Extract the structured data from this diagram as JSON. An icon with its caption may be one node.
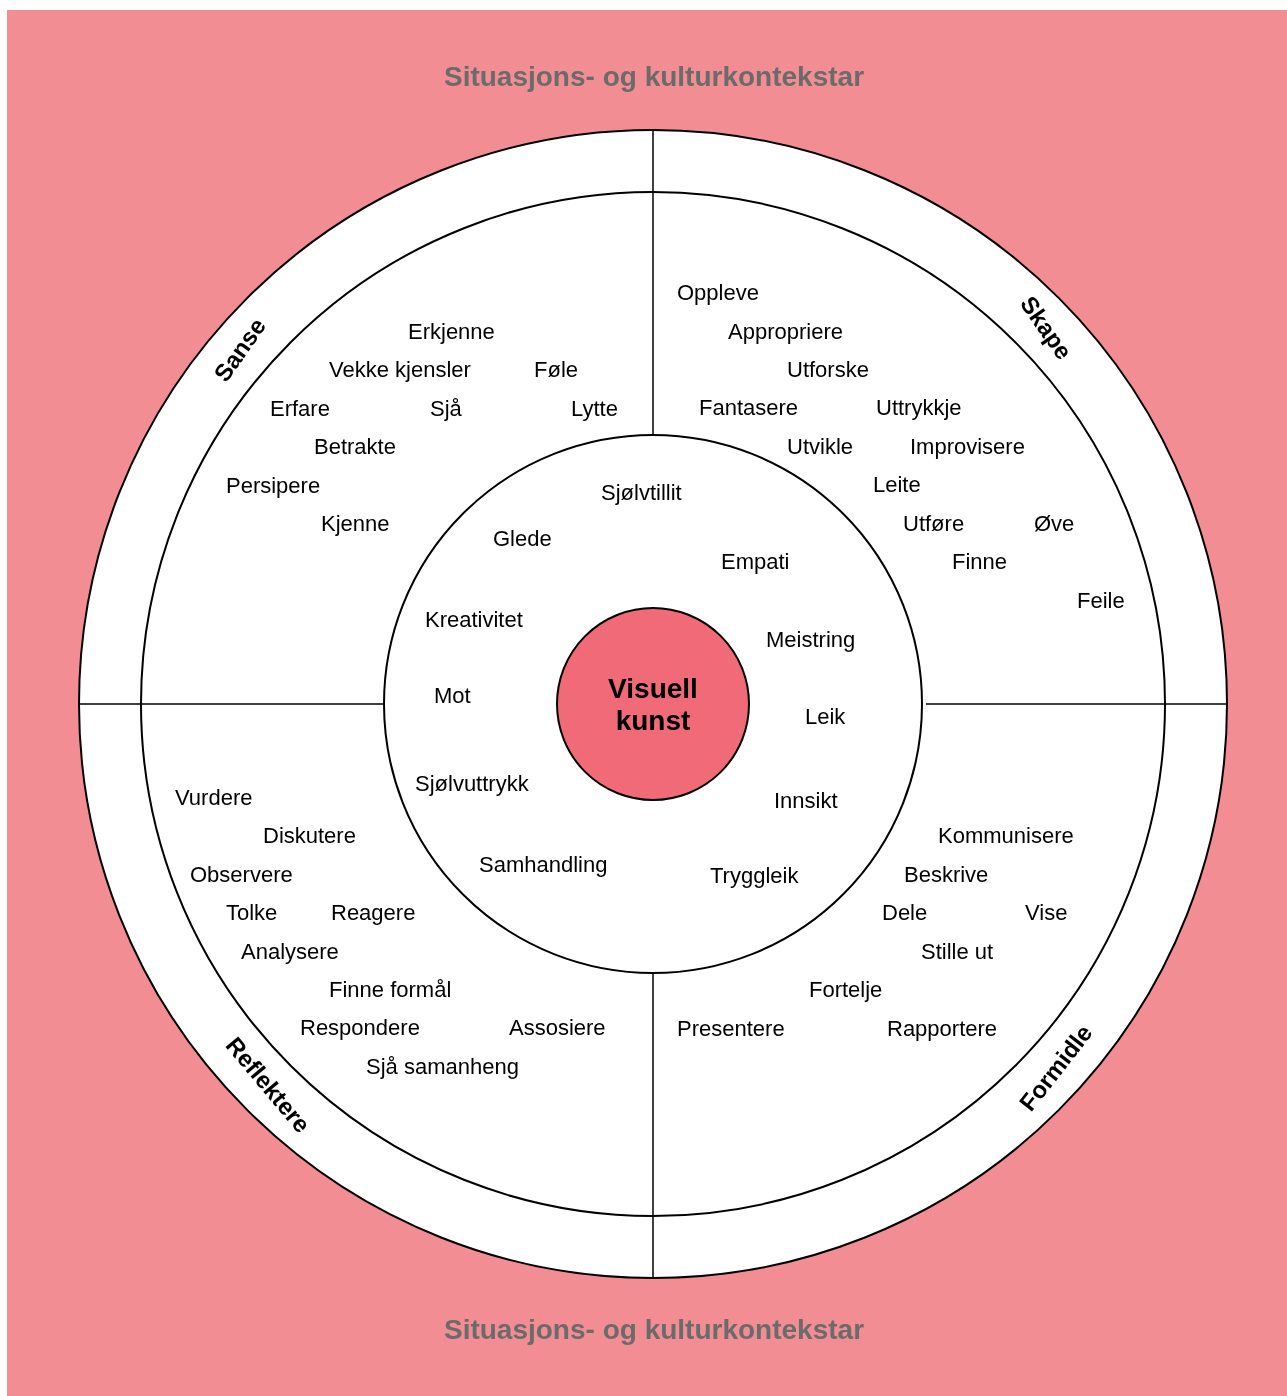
{
  "diagram": {
    "nodes": [
      {
        "text": [
          "Situasjons- og kulturkontekstar",
          "Situasjons- og kulturkontekstar"
        ]
      },
      {
        "text": [
          "Sanse",
          "Skape",
          "Reflektere",
          "Formidle"
        ],
        "in": 0
      },
      {
        "text": [
          "Sjølvtillit",
          "Glede",
          "Empati",
          "Kreativitet",
          "Meistring",
          "Mot",
          "Leik",
          "Sjølvuttrykk",
          "Innsikt",
          "Samhandling",
          "Tryggleik"
        ],
        "in": 1
      },
      {
        "text": [
          "Visuell kunst"
        ],
        "in": 2
      }
    ],
    "edges": [],
    "labels": [
      "Erkjenne",
      "Vekke kjensler",
      "Føle",
      "Erfare",
      "Sjå",
      "Lytte",
      "Betrakte",
      "Persipere",
      "Kjenne",
      "Oppleve",
      "Appropriere",
      "Utforske",
      "Fantasere",
      "Uttrykkje",
      "Utvikle",
      "Improvisere",
      "Leite",
      "Utføre",
      "Øve",
      "Finne",
      "Feile",
      "Vurdere",
      "Diskutere",
      "Observere",
      "Tolke",
      "Reagere",
      "Analysere",
      "Finne formål",
      "Respondere",
      "Assosiere",
      "Sjå samanheng",
      "Kommunisere",
      "Beskrive",
      "Dele",
      "Vise",
      "Stille ut",
      "Fortelje",
      "Presentere",
      "Rapportere"
    ]
  }
}
